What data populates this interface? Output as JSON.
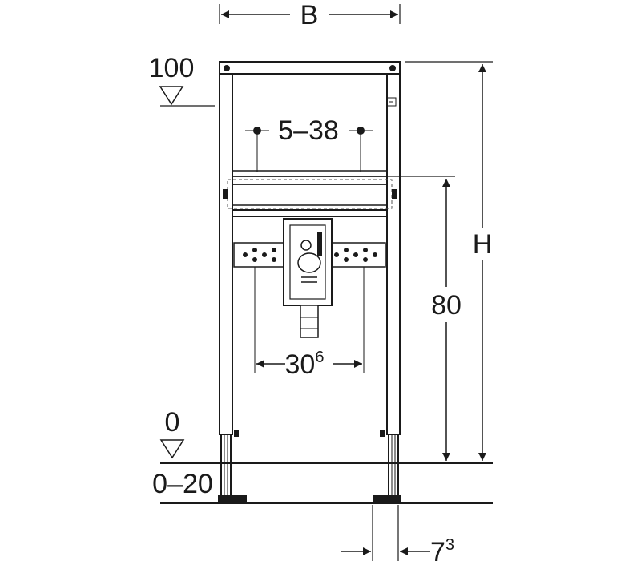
{
  "diagram": {
    "dim_width_label": "B",
    "dim_height_label": "H",
    "level_top_label": "100",
    "level_floor_label": "0",
    "floor_adjust_label": "0–20",
    "fixing_spacing_label": "5–38",
    "drain_height_label": "80",
    "bracket_spacing_base": "30",
    "bracket_spacing_sup": "6",
    "foot_width_base": "7",
    "foot_width_sup": "3",
    "colors": {
      "line": "#1a1a1a",
      "background": "#ffffff"
    }
  }
}
